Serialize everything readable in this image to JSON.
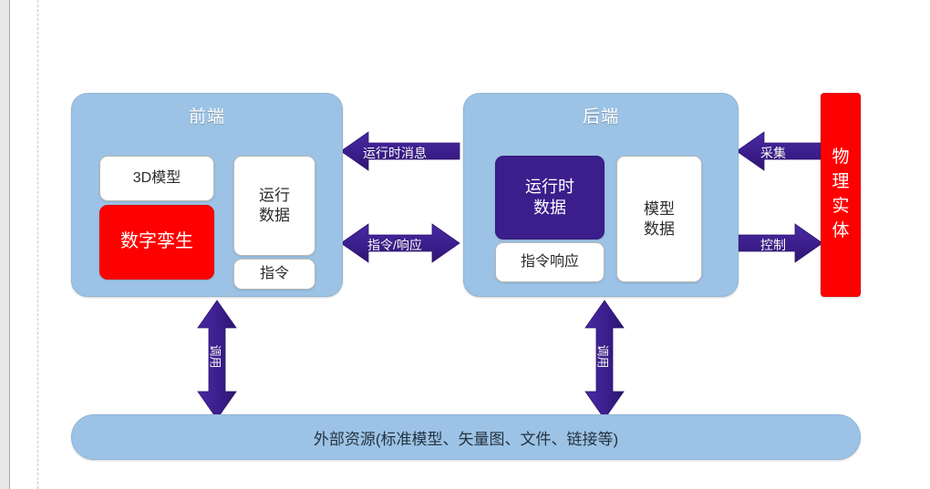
{
  "diagram": {
    "frontend_panel": {
      "title": "前端",
      "cards": [
        {
          "label": "3D模型"
        },
        {
          "label": "数字孪生"
        },
        {
          "label_line1": "运行",
          "label_line2": "数据"
        },
        {
          "label": "指令"
        }
      ]
    },
    "backend_panel": {
      "title": "后端",
      "cards": [
        {
          "label_line1": "运行时",
          "label_line2": "数据"
        },
        {
          "label": "指令响应"
        },
        {
          "label_line1": "模型",
          "label_line2": "数据"
        }
      ]
    },
    "physical_entity": {
      "label": "物理实体"
    },
    "external_resources": {
      "label": "外部资源(标准模型、矢量图、文件、链接等)"
    },
    "arrows": {
      "runtime_message": "运行时消息",
      "command_response": "指令/响应",
      "collect": "采集",
      "control": "控制",
      "invoke_left": "调用",
      "invoke_right": "调用"
    },
    "colors": {
      "panel_blue": "#9CC3E5",
      "arrow_purple": "#3B1E8C",
      "entity_red": "#FF0000",
      "card_white": "#FFFFFF",
      "text_dark": "#2B2B2B"
    }
  }
}
